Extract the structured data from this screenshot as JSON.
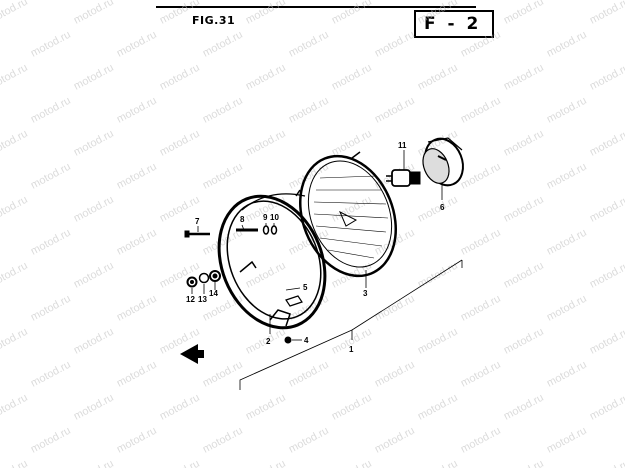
{
  "figure": {
    "title": "FIG.31",
    "section_code": "F - 2"
  },
  "watermark": {
    "text": "motod.ru"
  },
  "callouts": [
    {
      "id": "label-1",
      "text": "1"
    },
    {
      "id": "label-2",
      "text": "2"
    },
    {
      "id": "label-3",
      "text": "3"
    },
    {
      "id": "label-4",
      "text": "4"
    },
    {
      "id": "label-5",
      "text": "5"
    },
    {
      "id": "label-6",
      "text": "6"
    },
    {
      "id": "label-7",
      "text": "7"
    },
    {
      "id": "label-8",
      "text": "8"
    },
    {
      "id": "label-9",
      "text": "9"
    },
    {
      "id": "label-10",
      "text": "10"
    },
    {
      "id": "label-11",
      "text": "11"
    },
    {
      "id": "label-12",
      "text": "12"
    },
    {
      "id": "label-13",
      "text": "13"
    },
    {
      "id": "label-14",
      "text": "14"
    }
  ]
}
